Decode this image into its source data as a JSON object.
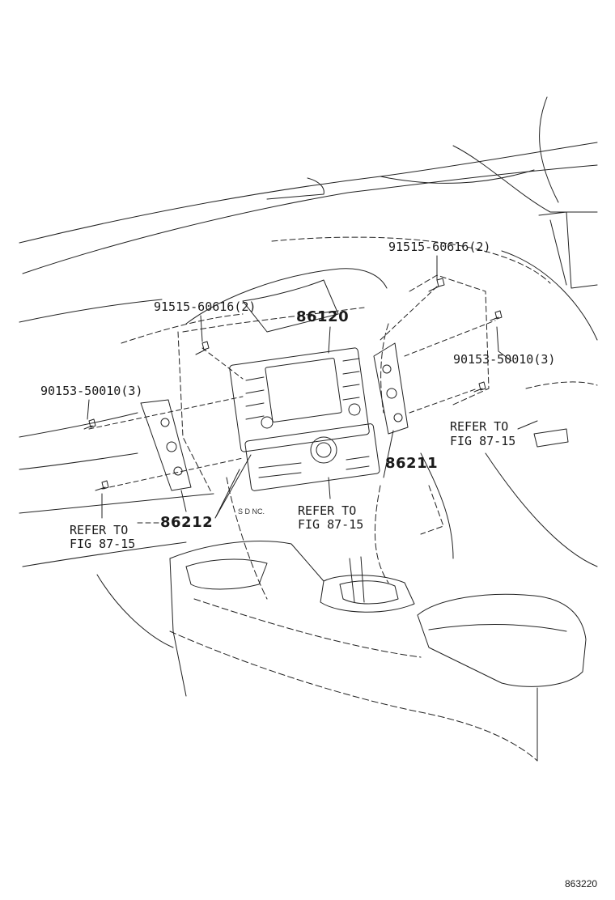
{
  "callouts": {
    "bolt_top_right": "91515-60616(2)",
    "bolt_top_left": "91515-60616(2)",
    "main_unit": "86120",
    "screw_left": "90153-50010(3)",
    "screw_right": "90153-50010(3)",
    "refer_right_line1": "REFER TO",
    "refer_right_line2": "FIG 87-15",
    "bracket_right": "86211",
    "bracket_left": "86212",
    "refer_center_line1": "REFER TO",
    "refer_center_line2": "FIG 87-15",
    "refer_left_line1": "REFER TO",
    "refer_left_line2": "FIG 87-15",
    "nc_note": "S D NC."
  },
  "drawing_code": "863220"
}
